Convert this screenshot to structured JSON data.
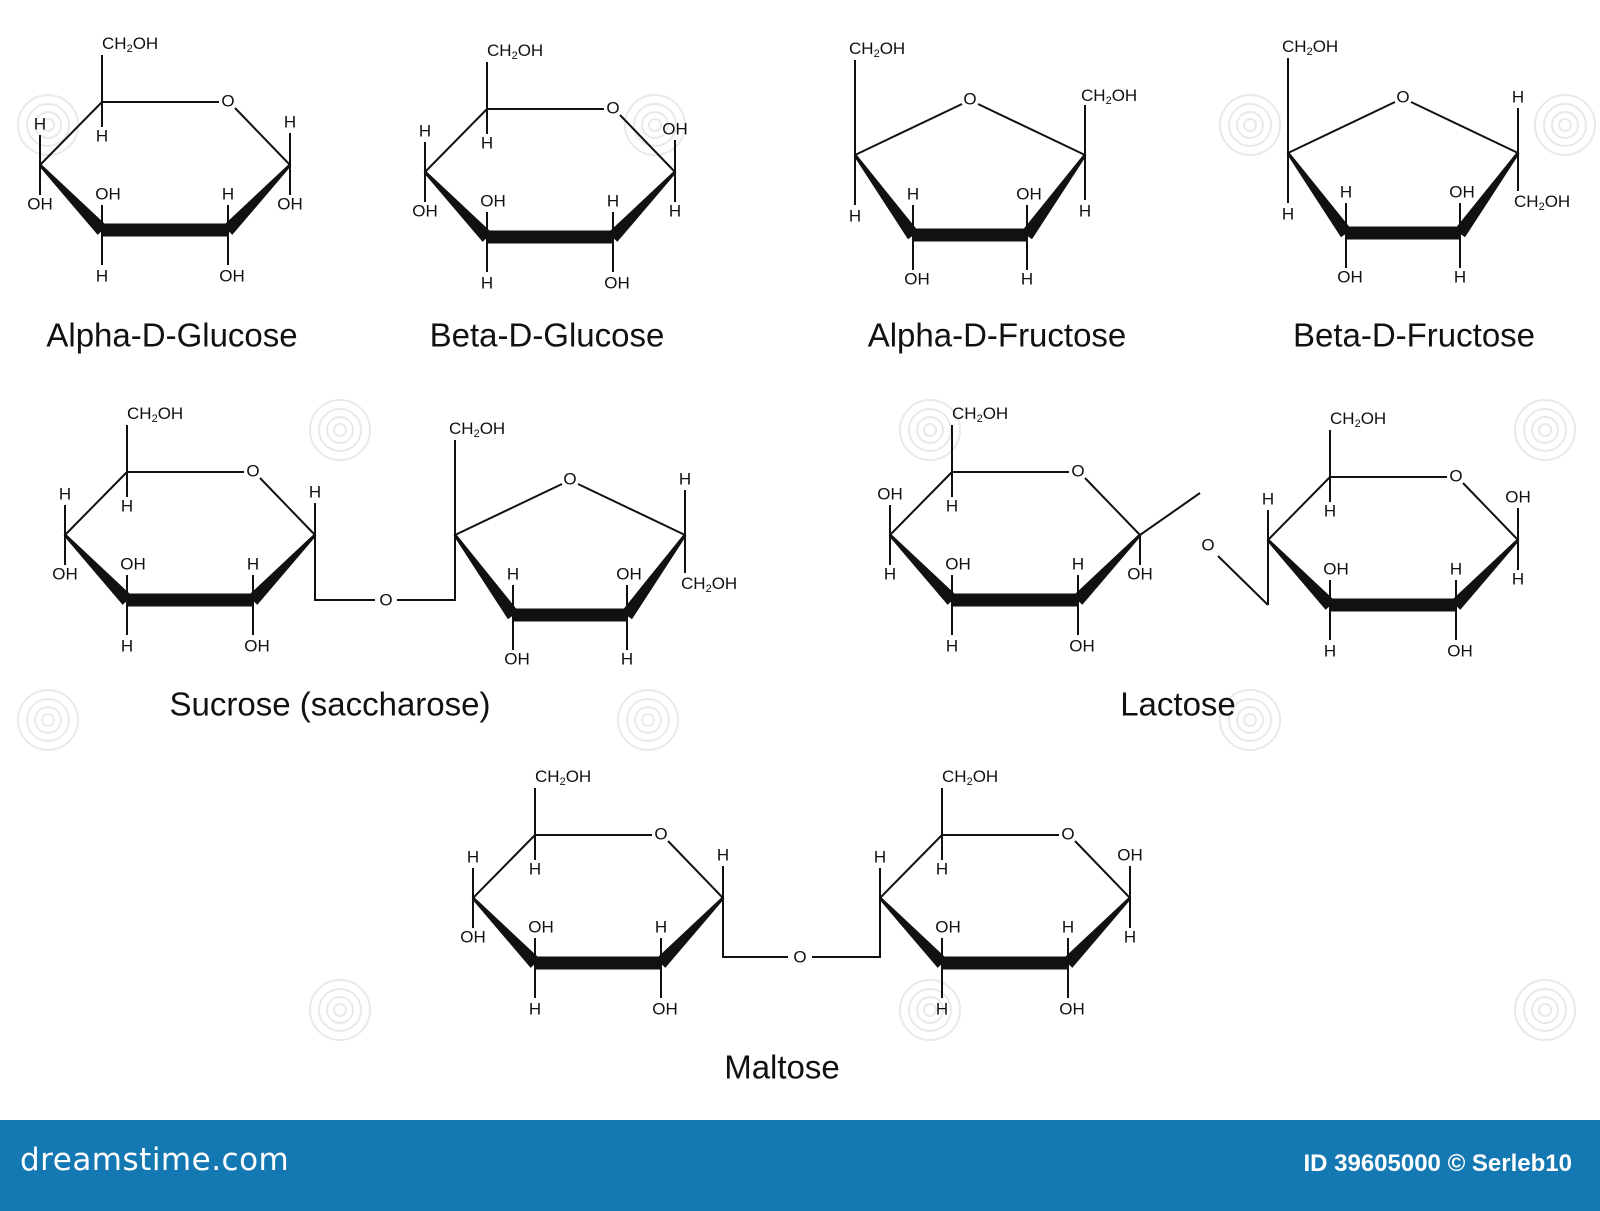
{
  "titles": {
    "alpha_glucose": "Alpha-D-Glucose",
    "beta_glucose": "Beta-D-Glucose",
    "alpha_fructose": "Alpha-D-Fructose",
    "beta_fructose": "Beta-D-Fructose",
    "sucrose": "Sucrose (saccharose)",
    "lactose": "Lactose",
    "maltose": "Maltose"
  },
  "atoms": {
    "H": "H",
    "O": "O",
    "OH": "OH",
    "ch2oh_c": "CH",
    "ch2oh_2": "2",
    "ch2oh_oh": "OH"
  },
  "footer": {
    "brand": "dreamstime.com",
    "credit": "ID 39605000 © Serleb10"
  },
  "colors": {
    "footer_bg": "#1478b3",
    "ink": "#111111",
    "background": "#ffffff"
  }
}
